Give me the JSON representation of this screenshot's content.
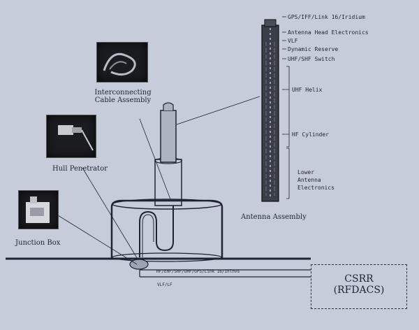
{
  "labels": {
    "interconnecting_cable": [
      "Interconnecting",
      "Cable Assembly"
    ],
    "hull_penetrator": "Hull Penetrator",
    "junction_box": "Junction Box",
    "antenna_assembly": "Antenna Assembly",
    "csrr": [
      "CSRR",
      "(RFDACS)"
    ],
    "cable_top": "HF/EHF/SHF/UHF/GPS/Link 16/Inlnvs",
    "cable_bottom": "VLF/LF"
  },
  "antenna_callouts": [
    "GPS/IFF/Link 16/Iridium",
    "Antenna Head Electronics",
    "VLF",
    "Dynamic Reserve",
    "UHF/SHF Switch",
    "UHF Helix",
    "HF Cylinder",
    "Lower",
    "Antenna",
    "Electronics"
  ],
  "colors": {
    "background": "#c7ccdb",
    "ink": "#1e2433",
    "photo": "#1b1c20"
  }
}
